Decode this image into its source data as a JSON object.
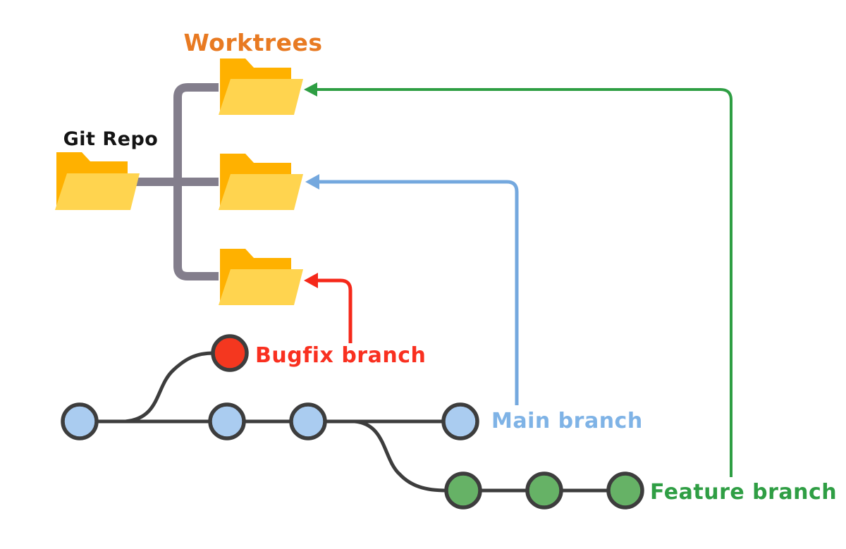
{
  "diagram": {
    "title": "Worktrees",
    "repo": {
      "label": "Git Repo",
      "icon": "folder-icon"
    },
    "worktrees": [
      {
        "icon": "folder-icon",
        "linked_branch": "Feature branch"
      },
      {
        "icon": "folder-icon",
        "linked_branch": "Main branch"
      },
      {
        "icon": "folder-icon",
        "linked_branch": "Bugfix branch"
      }
    ],
    "branches": [
      {
        "id": "bugfix",
        "label": "Bugfix branch",
        "commit_count": 1
      },
      {
        "id": "main",
        "label": "Main branch",
        "commit_count": 4
      },
      {
        "id": "feature",
        "label": "Feature branch",
        "commit_count": 3
      }
    ],
    "labels": {
      "bugfix": "Bugfix branch",
      "main": "Main branch",
      "feature": "Feature branch"
    }
  },
  "colors": {
    "title": "#E87A22",
    "repo_label": "#141414",
    "bugfix_label": "#F93020",
    "main_label": "#7FB3E6",
    "feature_label": "#2F9E44",
    "bugfix_arrow": "#F5281A",
    "main_arrow": "#74A8DE",
    "feature_arrow": "#2E9E43",
    "bugfix_commit": "#F4371F",
    "main_commit": "#AACCF0",
    "feature_commit": "#66B266",
    "graph_stroke": "#3D3D3D",
    "connector": "#837E8C",
    "folder_back": "#FFB100",
    "folder_front": "#FFD44F"
  }
}
